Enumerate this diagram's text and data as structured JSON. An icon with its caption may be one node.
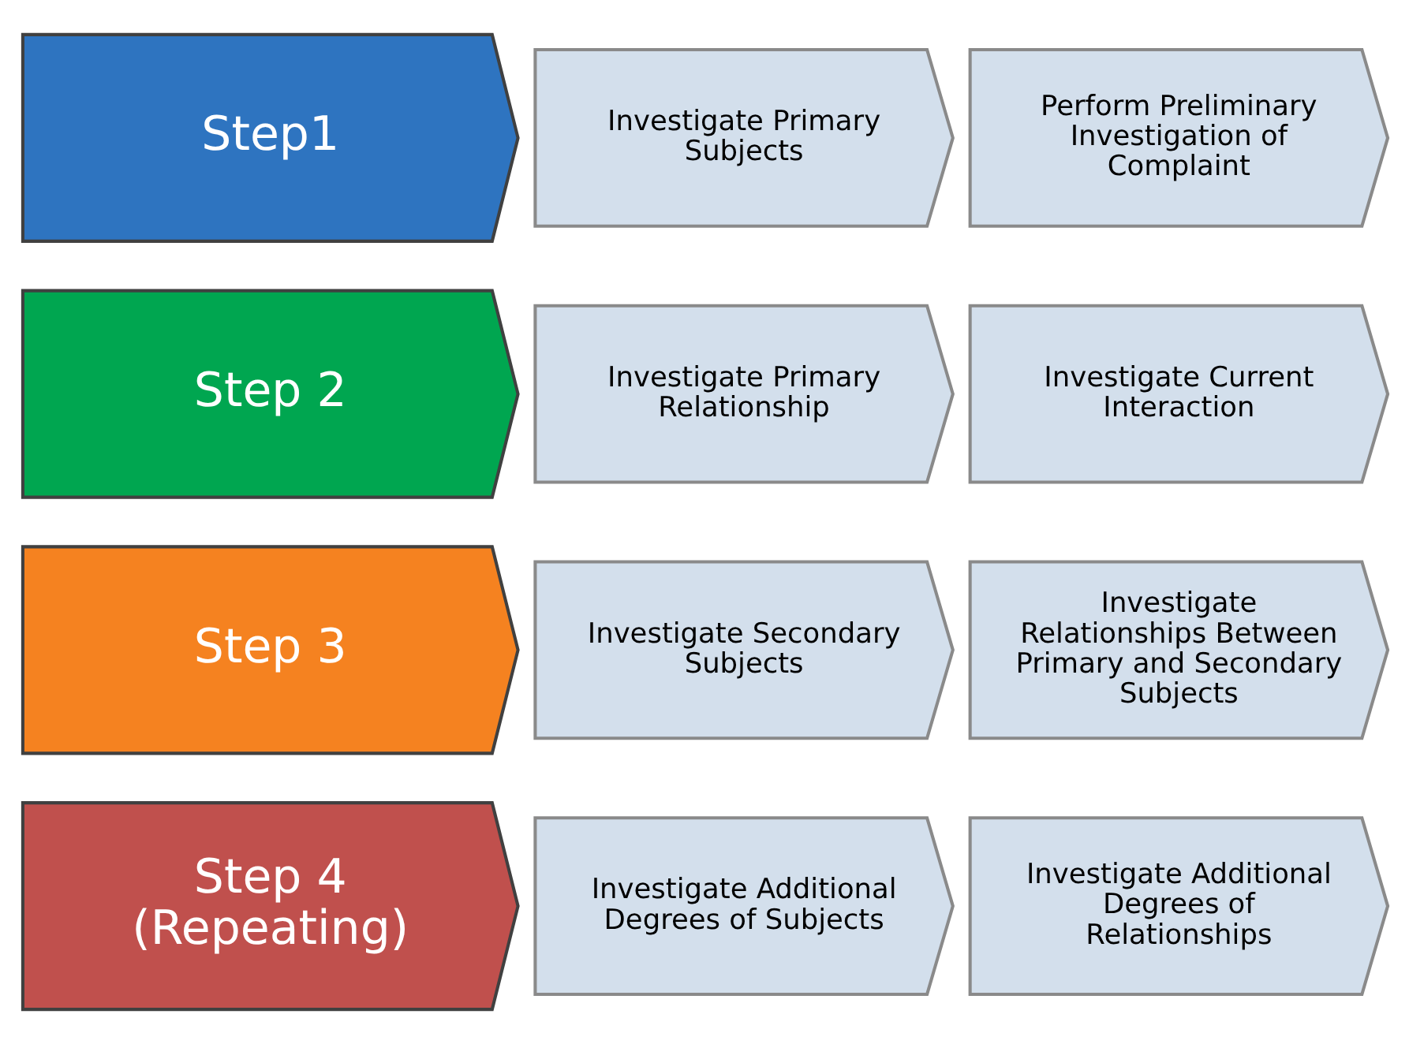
{
  "diagram": {
    "nodes": [
      {
        "text": [
          "Step1"
        ]
      },
      {
        "text": [
          "Investigate Primary Subjects"
        ]
      },
      {
        "text": [
          "Perform Preliminary Investigation of Complaint"
        ]
      },
      {
        "text": [
          "Step 2"
        ]
      },
      {
        "text": [
          "Investigate Primary Relationship"
        ]
      },
      {
        "text": [
          "Investigate Current Interaction"
        ]
      },
      {
        "text": [
          "Step 3"
        ]
      },
      {
        "text": [
          "Investigate Secondary Subjects"
        ]
      },
      {
        "text": [
          "Investigate Relationships Between Primary and Secondary Subjects"
        ]
      },
      {
        "text": [
          "Step 4 (Repeating)"
        ]
      },
      {
        "text": [
          "Investigate Additional Degrees of Subjects"
        ]
      },
      {
        "text": [
          "Investigate Additional Degrees of Relationships"
        ]
      }
    ]
  }
}
